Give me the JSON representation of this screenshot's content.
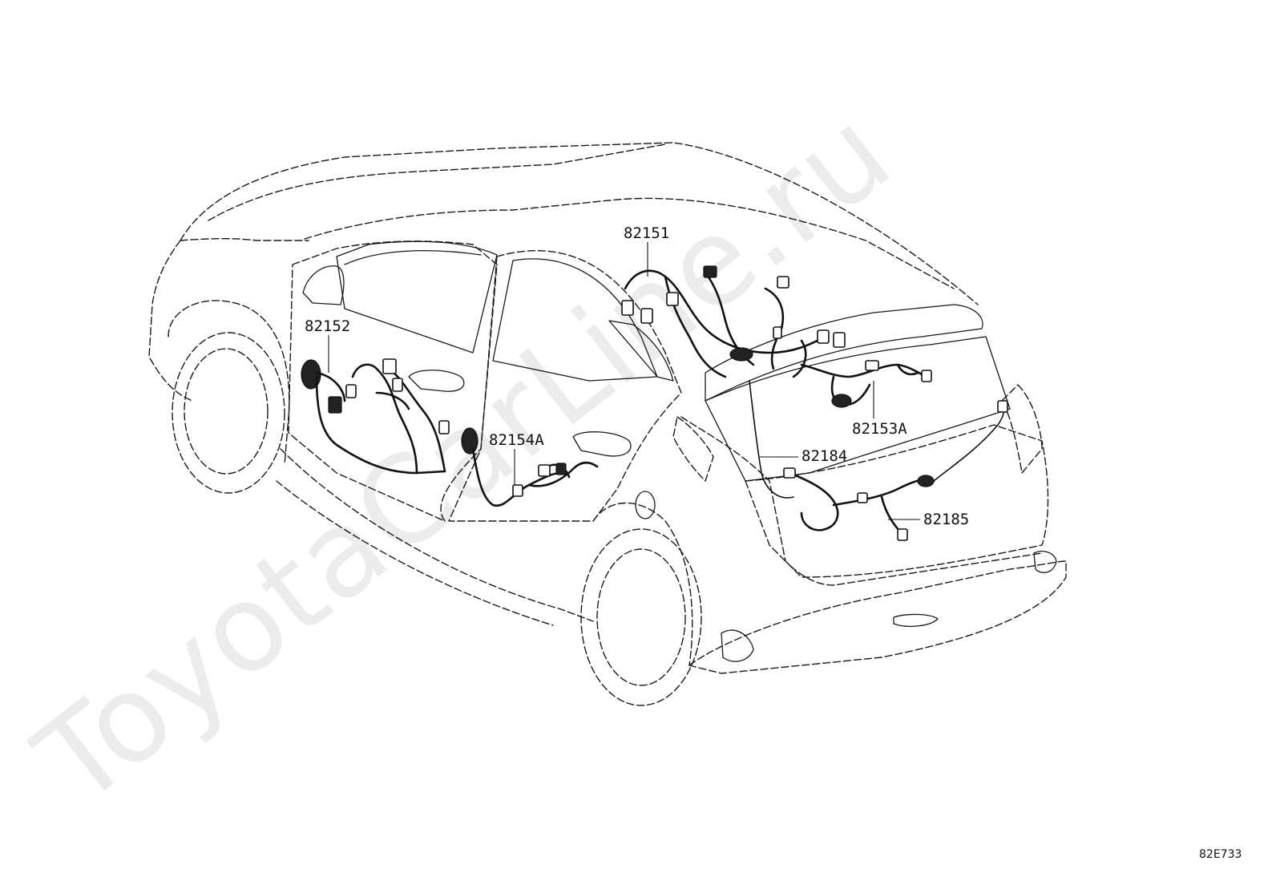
{
  "watermark": "ToyotaCarLine.ru",
  "diagram_code": "82E733",
  "part_labels": {
    "roof_harness": "82151",
    "front_door_harness": "82152",
    "rear_door_harness": "82154A",
    "back_door_harness": "82153A",
    "back_door_sub_harness_upper": "82184",
    "back_door_sub_harness_lower": "82185"
  }
}
